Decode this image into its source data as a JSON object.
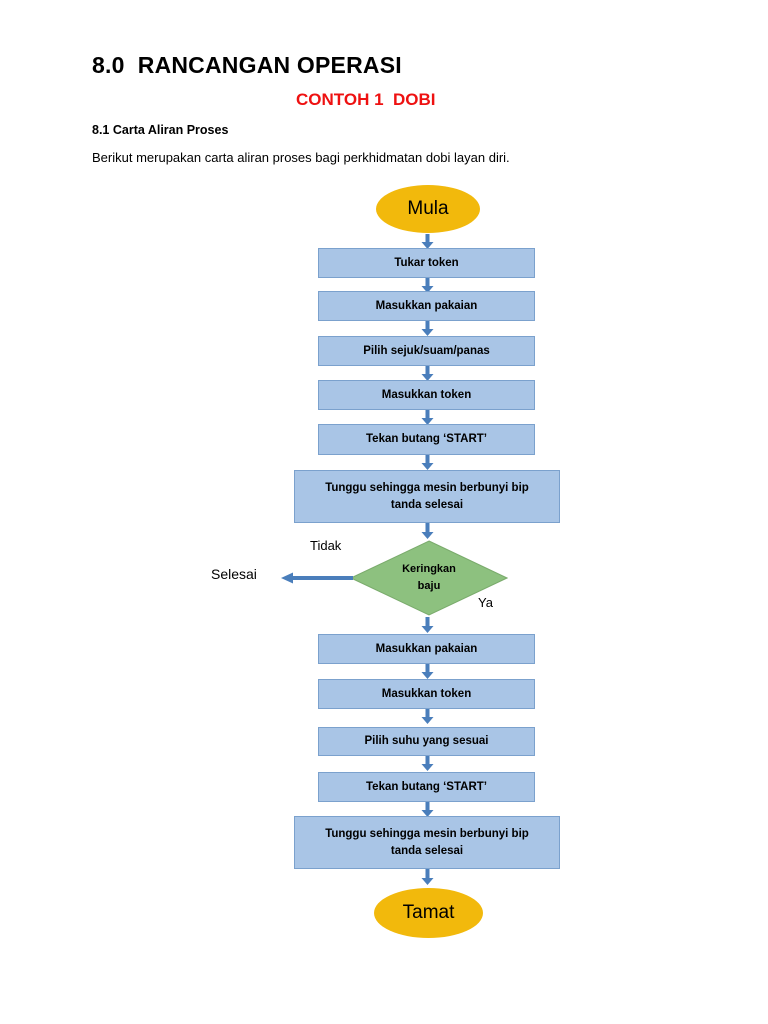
{
  "document": {
    "title": "8.0  RANCANGAN OPERASI",
    "subtitle": "CONTOH 1  DOBI",
    "section_heading": "8.1 Carta Aliran Proses",
    "intro": "Berikut merupakan carta aliran proses bagi perkhidmatan dobi layan diri."
  },
  "colors": {
    "process_fill": "#a9c5e6",
    "process_border": "#7ba1cd",
    "terminator_fill": "#f2b90c",
    "decision_fill": "#8dc17f",
    "decision_border": "#7aab6c",
    "arrow": "#4a7ebb",
    "subtitle_red": "#ee1111"
  },
  "chart_data": {
    "type": "flowchart",
    "title": "Carta Aliran Proses - Perkhidmatan Dobi Layan Diri",
    "nodes": [
      {
        "id": "n1",
        "shape": "terminator",
        "label": "Mula"
      },
      {
        "id": "n2",
        "shape": "process",
        "label": "Tukar token"
      },
      {
        "id": "n3",
        "shape": "process",
        "label": "Masukkan pakaian"
      },
      {
        "id": "n4",
        "shape": "process",
        "label": "Pilih sejuk/suam/panas"
      },
      {
        "id": "n5",
        "shape": "process",
        "label": "Masukkan token"
      },
      {
        "id": "n6",
        "shape": "process",
        "label": "Tekan butang ‘START’"
      },
      {
        "id": "n7",
        "shape": "process",
        "label": "Tunggu sehingga mesin berbunyi bip tanda selesai",
        "line1": "Tunggu sehingga mesin berbunyi bip",
        "line2": "tanda selesai"
      },
      {
        "id": "n8",
        "shape": "decision",
        "label": "Keringkan baju",
        "line1": "Keringkan",
        "line2": "baju"
      },
      {
        "id": "n9",
        "shape": "process",
        "label": "Masukkan pakaian"
      },
      {
        "id": "n10",
        "shape": "process",
        "label": "Masukkan token"
      },
      {
        "id": "n11",
        "shape": "process",
        "label": "Pilih suhu yang sesuai"
      },
      {
        "id": "n12",
        "shape": "process",
        "label": "Tekan butang ‘START’"
      },
      {
        "id": "n13",
        "shape": "process",
        "label": "Tunggu sehingga mesin berbunyi bip tanda selesai",
        "line1": "Tunggu sehingga mesin berbunyi bip",
        "line2": "tanda selesai"
      },
      {
        "id": "n14",
        "shape": "terminator",
        "label": "Tamat"
      }
    ],
    "edge_labels": {
      "no_branch": "Tidak",
      "yes_branch": "Ya",
      "exit_text": "Selesai"
    },
    "edges": [
      {
        "from": "n1",
        "to": "n2",
        "label": ""
      },
      {
        "from": "n2",
        "to": "n3",
        "label": ""
      },
      {
        "from": "n3",
        "to": "n4",
        "label": ""
      },
      {
        "from": "n4",
        "to": "n5",
        "label": ""
      },
      {
        "from": "n5",
        "to": "n6",
        "label": ""
      },
      {
        "from": "n6",
        "to": "n7",
        "label": ""
      },
      {
        "from": "n7",
        "to": "n8",
        "label": ""
      },
      {
        "from": "n8",
        "to": "Selesai",
        "label": "Tidak",
        "direction": "left"
      },
      {
        "from": "n8",
        "to": "n9",
        "label": "Ya",
        "direction": "down"
      },
      {
        "from": "n9",
        "to": "n10",
        "label": ""
      },
      {
        "from": "n10",
        "to": "n11",
        "label": ""
      },
      {
        "from": "n11",
        "to": "n12",
        "label": ""
      },
      {
        "from": "n12",
        "to": "n13",
        "label": ""
      },
      {
        "from": "n13",
        "to": "n14",
        "label": ""
      }
    ]
  }
}
